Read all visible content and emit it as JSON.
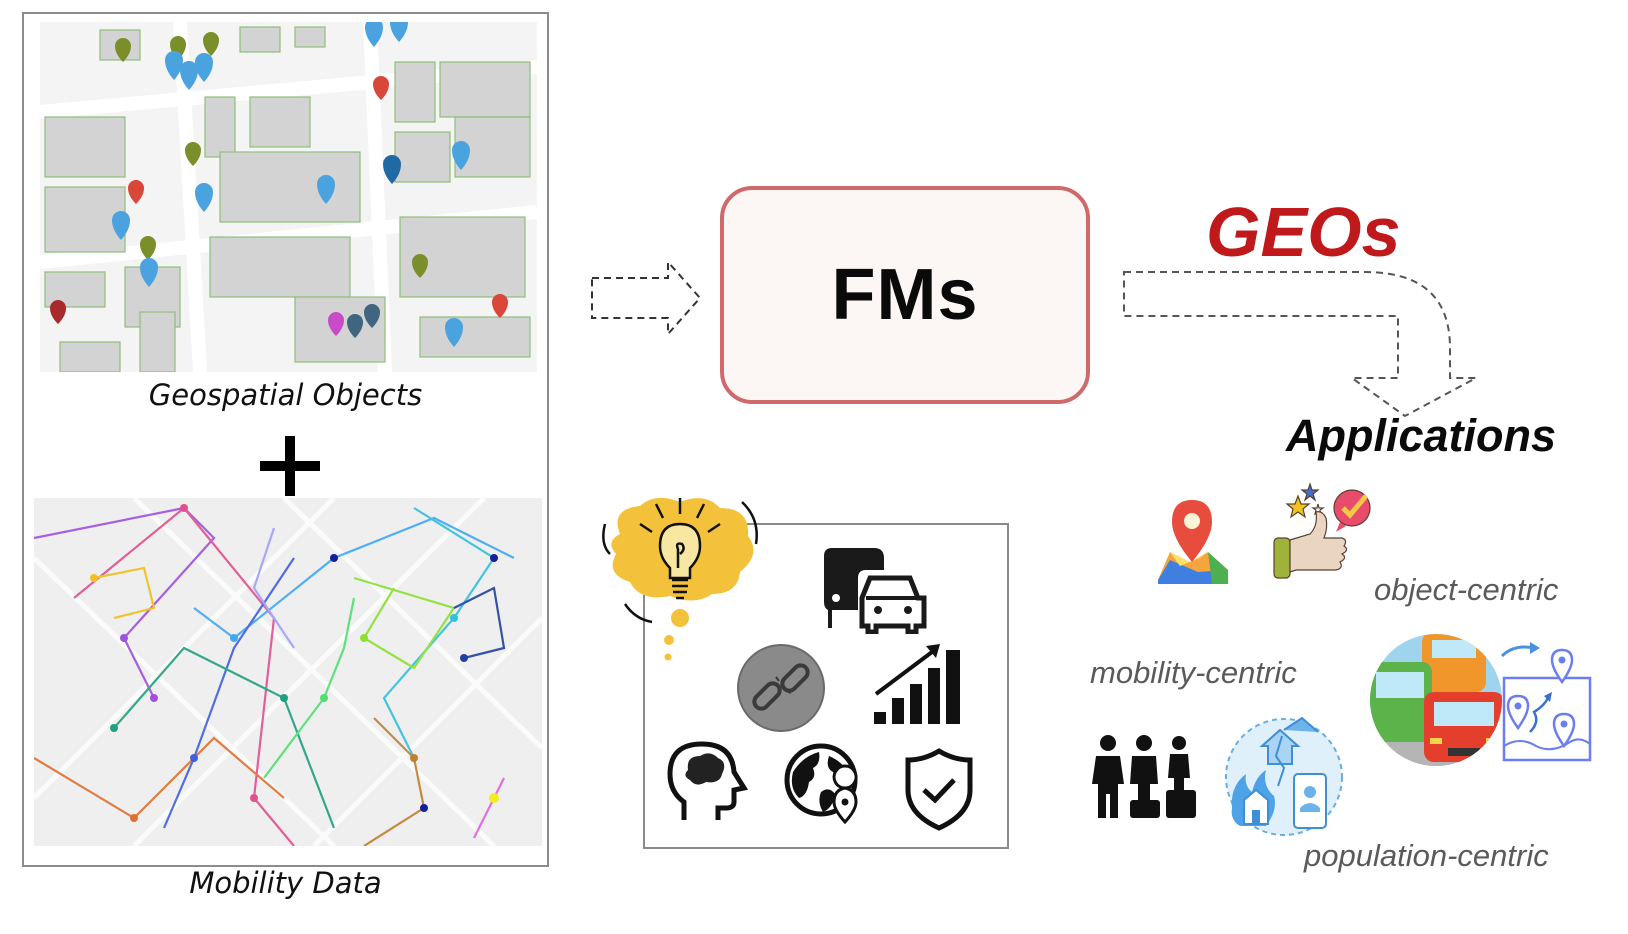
{
  "input_panel": {
    "geospatial_objects": {
      "caption": "Geospatial Objects",
      "image": "poi-map-with-markers"
    },
    "plus_symbol": "+",
    "mobility_data": {
      "caption": "Mobility Data",
      "image": "trajectory-map"
    }
  },
  "model": {
    "label": "FMs",
    "border_color": "#d06a6a",
    "fill_color": "#fcf6f4"
  },
  "output": {
    "title": "GEOs",
    "title_color": "#c0191c",
    "target": "Applications",
    "categories": [
      {
        "label": "object-centric",
        "icons": [
          "map-pin-icon",
          "thumbs-up-rating-icon"
        ]
      },
      {
        "label": "mobility-centric",
        "icons": [
          "traffic-cars-icon",
          "route-map-icon"
        ]
      },
      {
        "label": "population-centric",
        "icons": [
          "people-groups-icon",
          "disaster-response-icon"
        ]
      }
    ]
  },
  "capabilities_box": {
    "icons": [
      "lightbulb-thought-icon",
      "bus-car-icon",
      "broken-link-icon",
      "growth-bars-icon",
      "head-brain-icon",
      "globe-location-icon",
      "shield-check-icon"
    ]
  },
  "arrows": [
    {
      "from": "input_panel",
      "to": "model",
      "style": "dashed"
    },
    {
      "from": "model",
      "to": "Applications",
      "style": "dashed",
      "label": "GEOs"
    }
  ]
}
